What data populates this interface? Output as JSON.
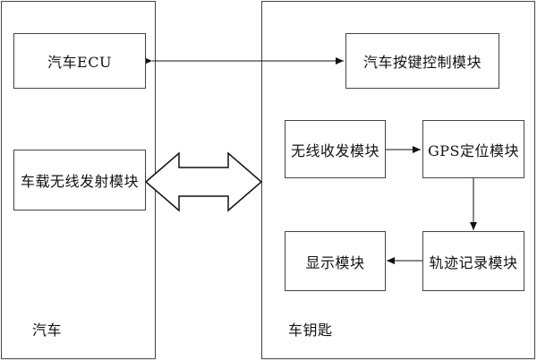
{
  "car": {
    "label": "汽车",
    "ecu": "汽车ECU",
    "wireless_tx": "车载无线发射模块"
  },
  "key": {
    "label": "车钥匙",
    "button_control": "汽车按键控制模块",
    "wireless_rx": "无线收发模块",
    "gps": "GPS定位模块",
    "track_record": "轨迹记录模块",
    "display": "显示模块"
  }
}
